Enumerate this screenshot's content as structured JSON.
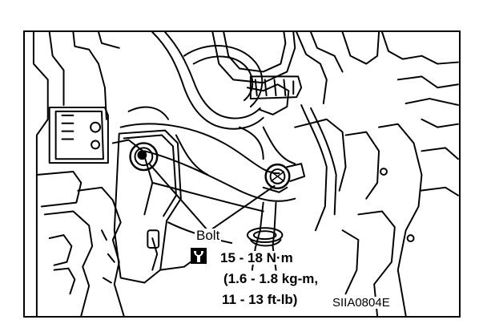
{
  "diagram": {
    "bolt_label": "Bolt",
    "torque_icon": "torque-wrench-icon",
    "torque_metric": "15 - 18 N·m",
    "torque_kgm": "(1.6 - 1.8 kg-m,",
    "torque_ftlb": "11 - 13 ft-lb)",
    "figure_code": "SIIA0804E"
  }
}
